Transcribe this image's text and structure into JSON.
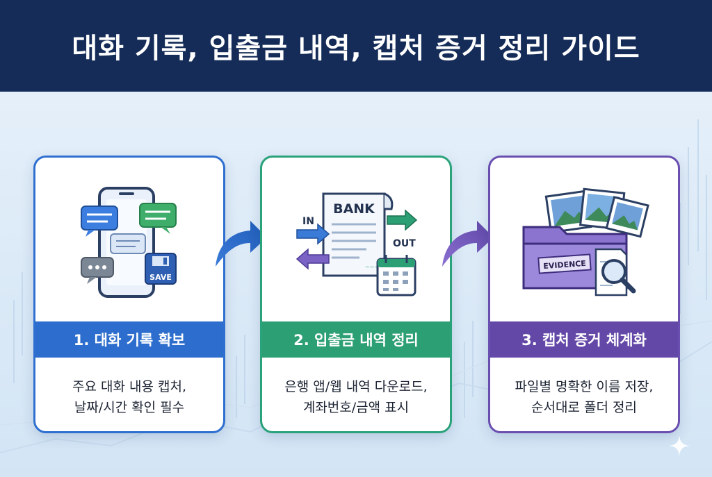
{
  "title": "대화 기록, 입출금 내역, 캡처 증거 정리 가이드",
  "colors": {
    "header_bg": "#142c57",
    "step1": "#2c6dcd",
    "step2": "#2d9f74",
    "step3": "#6448a8"
  },
  "steps": [
    {
      "title": "1. 대화 기록 확보",
      "desc_line1": "주요 대화 내용 캡처,",
      "desc_line2": "날짜/시간 확인 필수",
      "icon": "phone-chat-save-icon",
      "save_label": "SAVE"
    },
    {
      "title": "2. 입출금 내역 정리",
      "desc_line1": "은행 앱/웹 내역 다운로드,",
      "desc_line2": "계좌번호/금액 표시",
      "icon": "bank-statement-icon",
      "bank_label": "BANK",
      "in_label": "IN",
      "out_label": "OUT"
    },
    {
      "title": "3. 캡처 증거 체계화",
      "desc_line1": "파일별 명확한 이름 저장,",
      "desc_line2": "순서대로 폴더 정리",
      "icon": "evidence-folder-icon",
      "evidence_label": "EVIDENCE"
    }
  ]
}
